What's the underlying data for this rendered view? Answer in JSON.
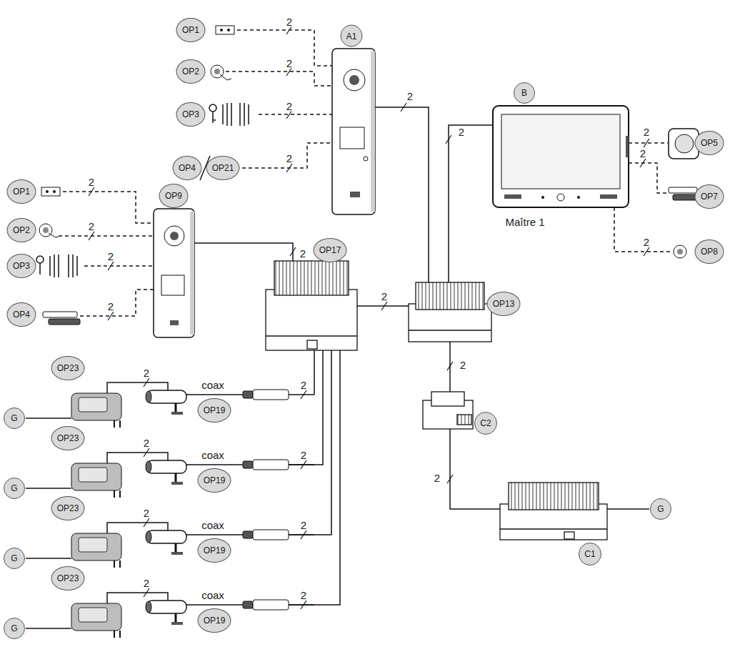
{
  "diagram": {
    "labels": [
      "OP1",
      "2",
      "A1",
      "OP2",
      "2",
      "OP3",
      "2",
      "B",
      "2",
      "2",
      "OP5",
      "2",
      "OP4",
      "OP21",
      "2",
      "2",
      "OP7",
      "OP1",
      "2",
      "OP9",
      "Maître 1",
      "2",
      "OP17",
      "OP2",
      "2",
      "2",
      "OP8",
      "OP3",
      "2",
      "OP13",
      "2",
      "OP4",
      "2",
      "2",
      "OP23",
      "2",
      "coax",
      "2",
      "G",
      "OP19",
      "OP23",
      "2",
      "coax",
      "2",
      "G",
      "OP19",
      "OP23",
      "2",
      "coax",
      "2",
      "G",
      "OP19",
      "OP23",
      "2",
      "coax",
      "2",
      "G",
      "OP19",
      "C2",
      "2",
      "G",
      "C1"
    ]
  }
}
